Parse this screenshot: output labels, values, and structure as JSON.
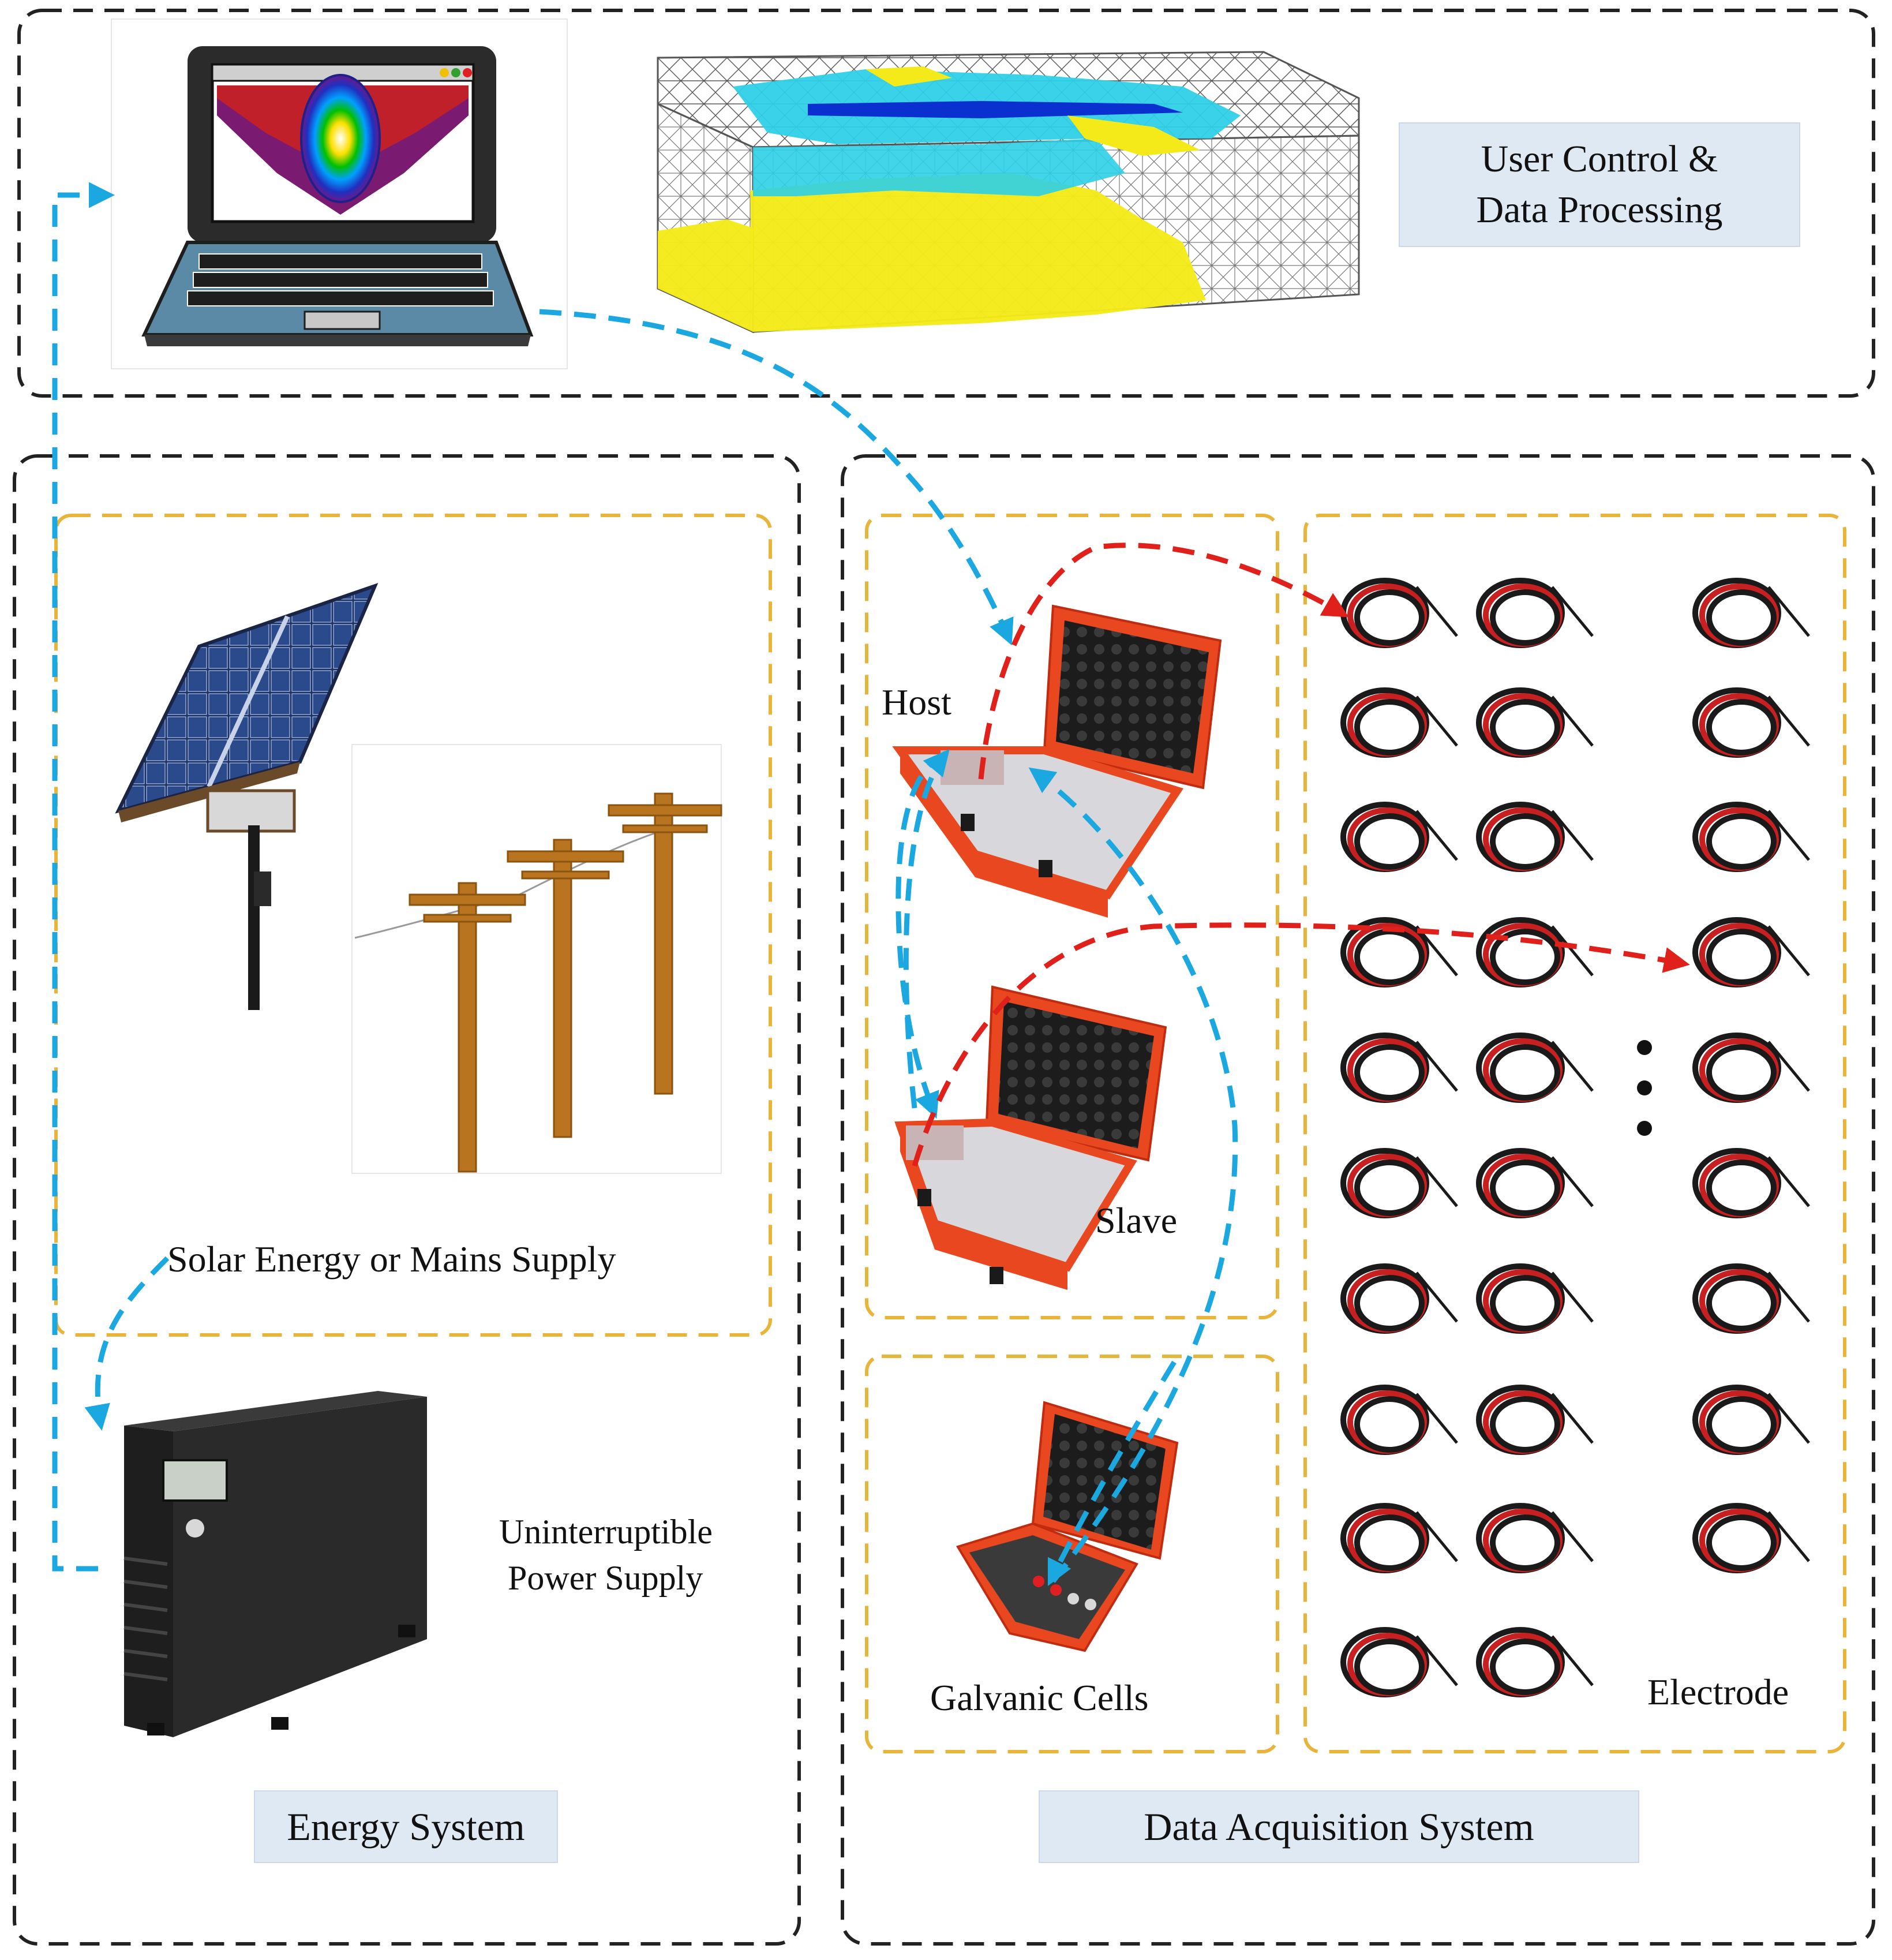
{
  "sections": {
    "user_control": {
      "title_line1": "User Control &",
      "title_line2": "Data Processing"
    },
    "energy": {
      "title": "Energy System",
      "source_label": "Solar Energy or Mains Supply",
      "ups_line1": "Uninterruptible",
      "ups_line2": "Power Supply"
    },
    "acquisition": {
      "title": "Data Acquisition System",
      "host_label": "Host",
      "slave_label": "Slave",
      "galvanic_label": "Galvanic Cells",
      "electrode_label": "Electrode"
    }
  },
  "colors": {
    "section_border": "#222222",
    "group_border": "#e8b43a",
    "label_fill": "#dfe9f3",
    "blue_arrow": "#1ba8e0",
    "red_arrow": "#e0201b",
    "case_orange": "#e8471f",
    "foam": "#1c1c1c",
    "pole": "#b8741f",
    "ups": "#2a2a2a",
    "cable_red": "#c82020",
    "cable_dark": "#1a1a1a"
  },
  "icons": [
    "laptop-icon",
    "resistivity-model-icon",
    "solar-panel-icon",
    "power-poles-icon",
    "ups-icon",
    "host-case-icon",
    "slave-case-icon",
    "galvanic-case-icon",
    "electrode-cable-icon"
  ]
}
